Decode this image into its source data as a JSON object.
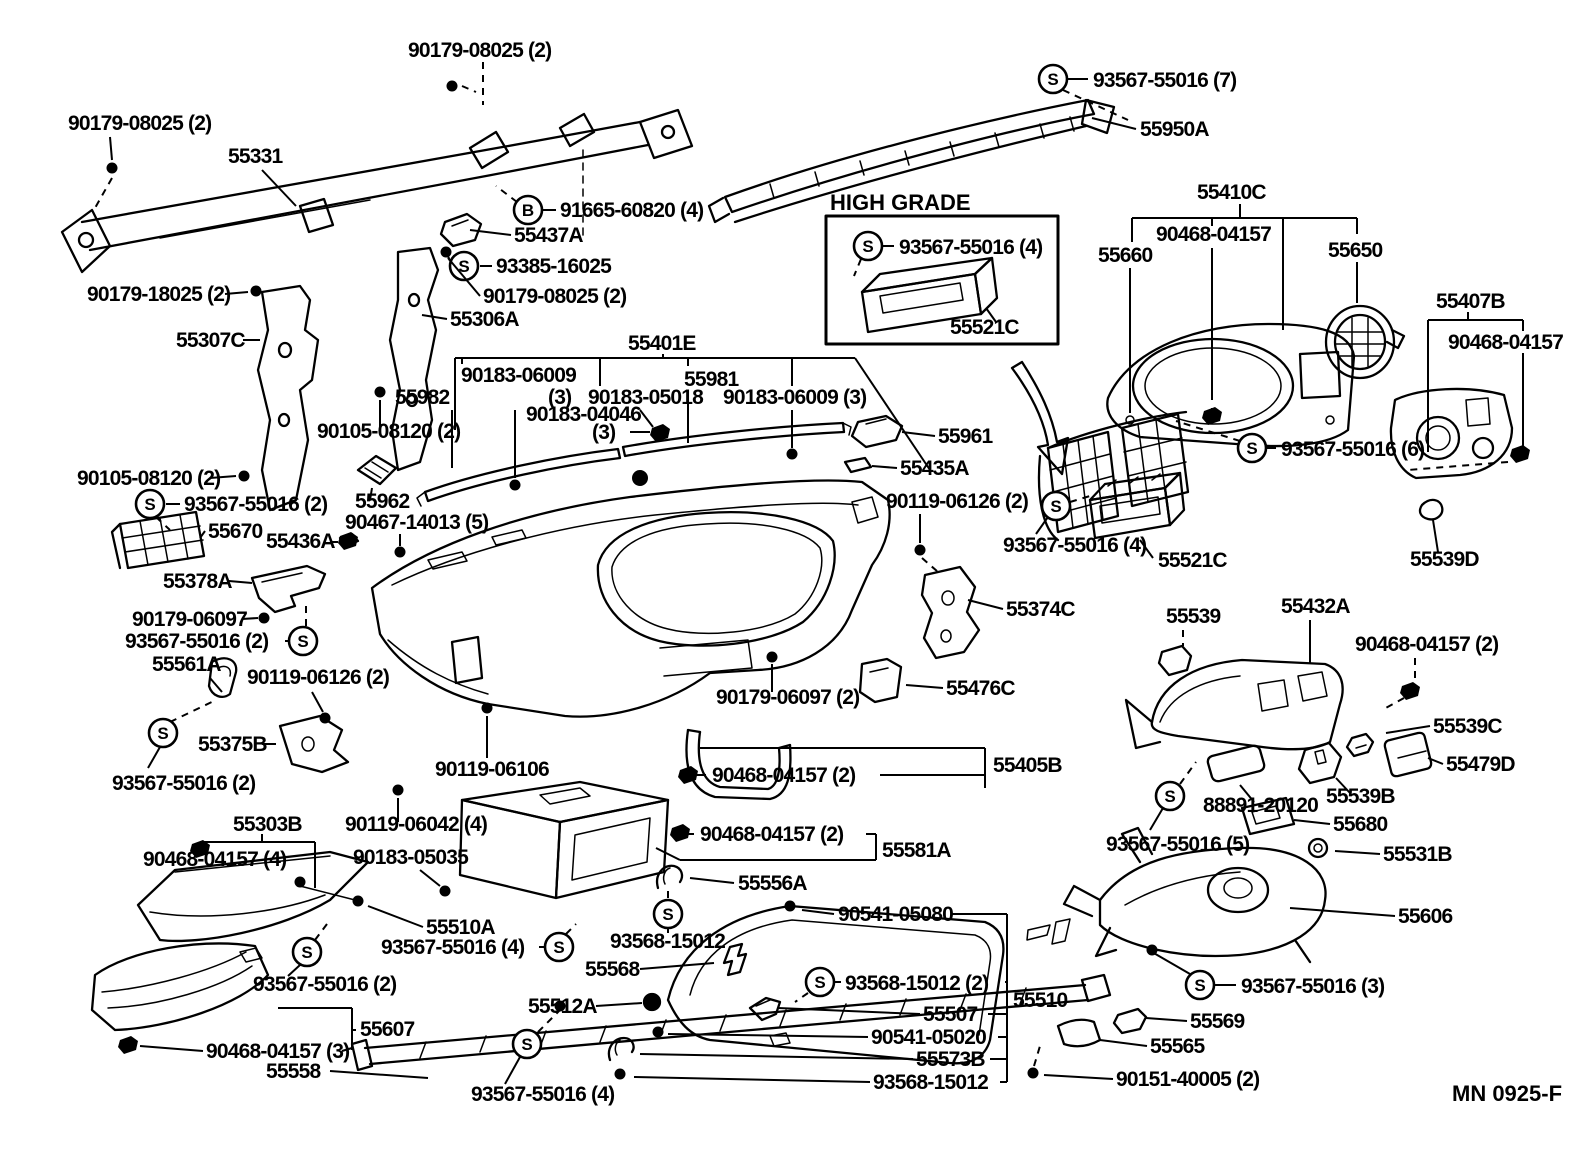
{
  "doc": {
    "drawing_code": "MN 0925-F",
    "grade_note": "HIGH GRADE"
  },
  "symbols": {
    "standard_part": "S",
    "bolt_part": "B"
  },
  "labels": [
    {
      "text": "90179-08025 (2)"
    },
    {
      "text": "90179-08025 (2)"
    },
    {
      "text": "55331"
    },
    {
      "text": "91665-60820 (4)",
      "badge": "B"
    },
    {
      "text": "55437A"
    },
    {
      "text": "93385-16025",
      "badge": "S"
    },
    {
      "text": "90179-08025 (2)"
    },
    {
      "text": "90179-18025 (2)"
    },
    {
      "text": "55306A"
    },
    {
      "text": "55307C"
    },
    {
      "text": "90105-08120 (2)"
    },
    {
      "text": "55982"
    },
    {
      "text": "90105-08120 (2)"
    },
    {
      "text": "93567-55016 (2)",
      "badge": "S"
    },
    {
      "text": "55670"
    },
    {
      "text": "55962"
    },
    {
      "text": "90467-14013 (5)"
    },
    {
      "text": "55436A"
    },
    {
      "text": "55378A"
    },
    {
      "text": "90179-06097"
    },
    {
      "text": "93567-55016 (2)",
      "badge": "S"
    },
    {
      "text": "55561A"
    },
    {
      "text": "90119-06126 (2)"
    },
    {
      "text": "93567-55016 (2)",
      "badge": "S"
    },
    {
      "text": "55375B"
    },
    {
      "text": "55401E"
    },
    {
      "text": "90183-06009"
    },
    {
      "text": "(3)"
    },
    {
      "text": "90183-05018"
    },
    {
      "text": "55981"
    },
    {
      "text": "90183-06009 (3)"
    },
    {
      "text": "90183-04046"
    },
    {
      "text": "(3)"
    },
    {
      "text": "55961"
    },
    {
      "text": "55435A"
    },
    {
      "text": "90119-06126 (2)"
    },
    {
      "text": "93567-55016 (4)",
      "badge": "S"
    },
    {
      "text": "55521C"
    },
    {
      "text": "55374C"
    },
    {
      "text": "55539"
    },
    {
      "text": "90179-06097 (2)"
    },
    {
      "text": "55476C"
    },
    {
      "text": "90468-04157 (2)"
    },
    {
      "text": "55405B"
    },
    {
      "text": "90468-04157 (2)"
    },
    {
      "text": "55581A"
    },
    {
      "text": "55556A"
    },
    {
      "text": "90119-06106"
    },
    {
      "text": "90119-06042 (4)"
    },
    {
      "text": "90183-05035"
    },
    {
      "text": "55303B"
    },
    {
      "text": "90468-04157 (4)"
    },
    {
      "text": "93567-55016 (2)",
      "badge": "S"
    },
    {
      "text": "55607"
    },
    {
      "text": "90468-04157 (3)"
    },
    {
      "text": "55558"
    },
    {
      "text": "93567-55016 (4)",
      "badge": "S"
    },
    {
      "text": "55510A"
    },
    {
      "text": "93567-55016 (4)",
      "badge": "S"
    },
    {
      "text": "93568-15012",
      "badge": "S"
    },
    {
      "text": "55568"
    },
    {
      "text": "55512A"
    },
    {
      "text": "90541-05080"
    },
    {
      "text": "93568-15012 (2)",
      "badge": "S"
    },
    {
      "text": "55507"
    },
    {
      "text": "90541-05020"
    },
    {
      "text": "55573B"
    },
    {
      "text": "93568-15012"
    },
    {
      "text": "55510"
    },
    {
      "text": "55565"
    },
    {
      "text": "55569"
    },
    {
      "text": "90151-40005 (2)"
    },
    {
      "text": "55606"
    },
    {
      "text": "93567-55016 (3)",
      "badge": "S"
    },
    {
      "text": "55531B"
    },
    {
      "text": "93567-55016 (5)",
      "badge": "S"
    },
    {
      "text": "88891-20120"
    },
    {
      "text": "55680"
    },
    {
      "text": "55539B"
    },
    {
      "text": "55539C"
    },
    {
      "text": "55479D"
    },
    {
      "text": "90468-04157 (2)"
    },
    {
      "text": "55432A"
    },
    {
      "text": "93567-55016 (7)",
      "badge": "S"
    },
    {
      "text": "55950A"
    },
    {
      "text": "HIGH GRADE"
    },
    {
      "text": "93567-55016 (4)",
      "badge": "S"
    },
    {
      "text": "55521C"
    },
    {
      "text": "55410C"
    },
    {
      "text": "90468-04157"
    },
    {
      "text": "55660"
    },
    {
      "text": "55650"
    },
    {
      "text": "55407B"
    },
    {
      "text": "90468-04157"
    },
    {
      "text": "93567-55016 (6)",
      "badge": "S"
    },
    {
      "text": "55539D"
    },
    {
      "text": "MN 0925-F"
    }
  ]
}
